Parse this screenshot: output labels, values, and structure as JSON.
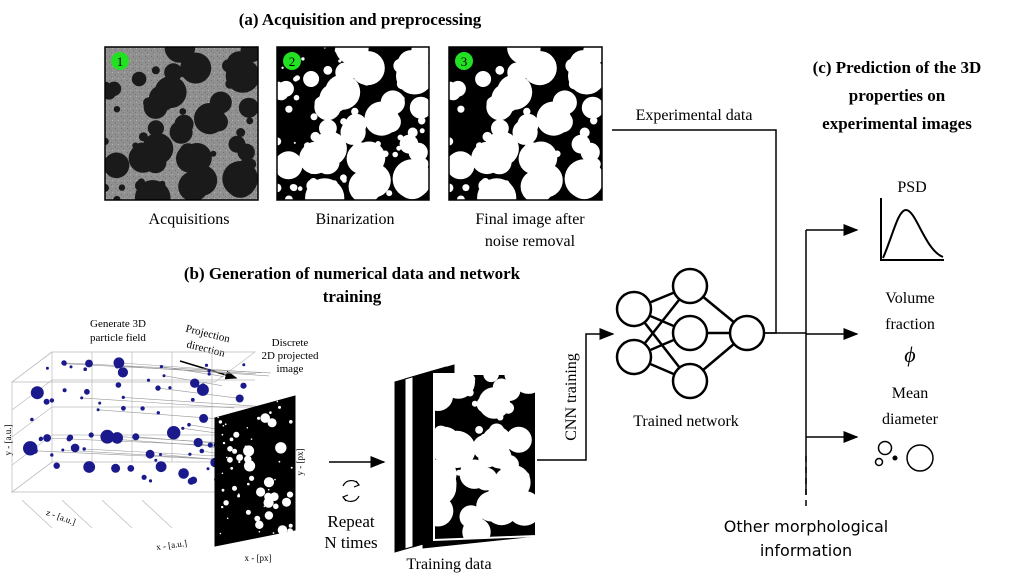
{
  "section_a": {
    "title": "(a) Acquisition and preprocessing",
    "badges": [
      "1",
      "2",
      "3"
    ],
    "captions": {
      "acquisitions": "Acquisitions",
      "binarization": "Binarization",
      "final_line1": "Final image after",
      "final_line2": "noise removal"
    }
  },
  "section_b": {
    "title_line1": "(b) Generation of numerical data and network",
    "title_line2": "training",
    "generate_line1": "Generate 3D",
    "generate_line2": "particle field",
    "projection_line1": "Projection",
    "projection_line2": "direction",
    "discrete_line1": "Discrete",
    "discrete_line2": "2D projected",
    "discrete_line3": "image",
    "axis_y": "y - [a.u.]",
    "axis_z": "z - [a.u.]",
    "axis_x": "x - [a.u.]",
    "axis_ypx": "y - [px]",
    "axis_xpx": "x - [px]",
    "repeat_line1": "Repeat",
    "repeat_line2": "N times",
    "training_data": "Training data",
    "cnn_training": "CNN training",
    "trained_network": "Trained network"
  },
  "section_c": {
    "title_line1": "(c) Prediction of the 3D",
    "title_line2": "properties on",
    "title_line3": "experimental images",
    "experimental_data": "Experimental data",
    "psd": "PSD",
    "volume_line1": "Volume",
    "volume_line2": "fraction",
    "phi": "ϕ",
    "mean_line1": "Mean",
    "mean_line2": "diameter",
    "other_line1": "Other morphological",
    "other_line2": "information"
  },
  "colors": {
    "badge_green": "#22e022",
    "particle_blue": "#1a1a8c",
    "acquisition_gray": "#8f8f8f",
    "line_black": "#000000"
  }
}
